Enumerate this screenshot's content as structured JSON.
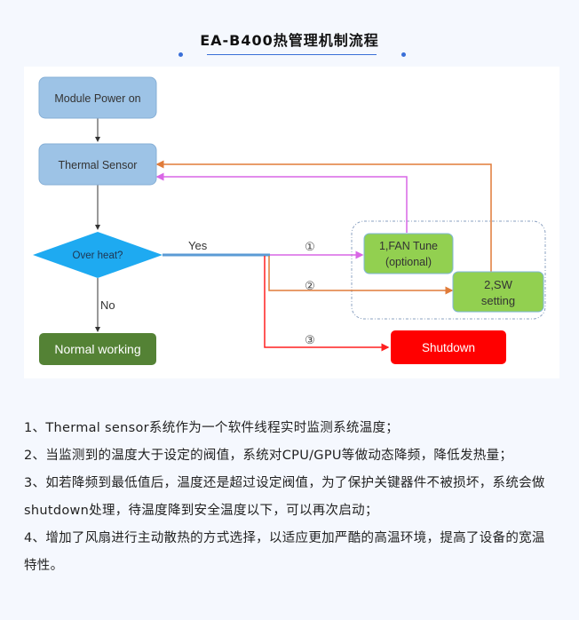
{
  "title": "EA-B400热管理机制流程",
  "colors": {
    "accent": "#3a6fd8",
    "node_blue": "#9dc3e6",
    "decision": "#1eaaf1",
    "normal": "#548235",
    "action_green": "#92d050",
    "shutdown": "#ff0000",
    "line_orange": "#e07b39",
    "line_magenta": "#d966e6",
    "line_red": "#ff2020",
    "line_yes": "#5b9bd5"
  },
  "diagram": {
    "nodes": {
      "power_on": "Module Power on",
      "thermal_sensor": "Thermal Sensor",
      "over_heat": "Over heat?",
      "normal": "Normal working",
      "fan_tune_1": "1,FAN Tune",
      "fan_tune_2": "(optional)",
      "sw_1": "2,SW",
      "sw_2": "setting",
      "shutdown": "Shutdown"
    },
    "labels": {
      "yes": "Yes",
      "no": "No",
      "path1": "①",
      "path2": "②",
      "path3": "③"
    }
  },
  "description": [
    "1、Thermal sensor系统作为一个软件线程实时监测系统温度；",
    "2、当监测到的温度大于设定的阀值，系统对CPU/GPU等做动态降频，降低发热量；",
    "3、如若降频到最低值后，温度还是超过设定阀值，为了保护关键器件不被损坏，系统会做shutdown处理，待温度降到安全温度以下，可以再次启动；",
    "4、增加了风扇进行主动散热的方式选择，以适应更加严酷的高温环境，提高了设备的宽温特性。"
  ]
}
